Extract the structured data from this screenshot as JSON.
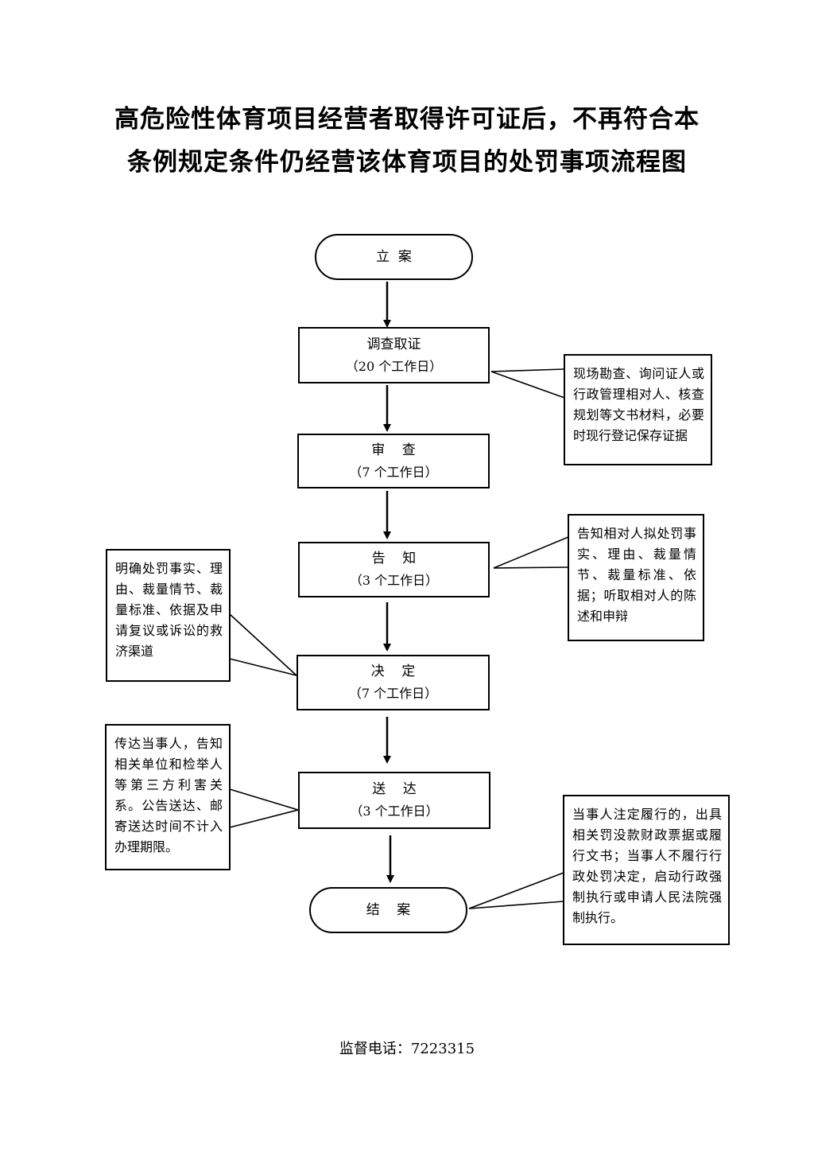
{
  "title": {
    "line1": "高危险性体育项目经营者取得许可证后，不再符合本",
    "line2": "条例规定条件仍经营该体育项目的处罚事项流程图"
  },
  "flow": {
    "start": "立  案",
    "investigate": {
      "label": "调查取证",
      "duration": "（20 个工作日）"
    },
    "review": {
      "label": "审    查",
      "duration": "（7 个工作日）"
    },
    "notify": {
      "label": "告    知",
      "duration": "（3 个工作日）"
    },
    "decide": {
      "label": "决    定",
      "duration": "（7 个工作日）"
    },
    "deliver": {
      "label": "送    达",
      "duration": "（3 个工作日）"
    },
    "end": "结    案"
  },
  "notes": {
    "investigate": "现场勘查、询问证人或行政管理相对人、核查规划等文书材料，必要时现行登记保存证据",
    "notify": "告知相对人拟处罚事实、理由、裁量情节、裁量标准、依据；听取相对人的陈述和申辩",
    "decide": "明确处罚事实、理由、裁量情节、裁量标准、依据及申请复议或诉讼的救济渠道",
    "deliver": "传达当事人，告知相关单位和检举人等第三方利害关系。公告送达、邮寄送达时间不计入办理期限。",
    "end": "当事人注定履行的，出具相关罚没款财政票据或履行文书；当事人不履行行政处罚决定，启动行政强制执行或申请人民法院强制执行。"
  },
  "footer": "监督电话：7223315"
}
